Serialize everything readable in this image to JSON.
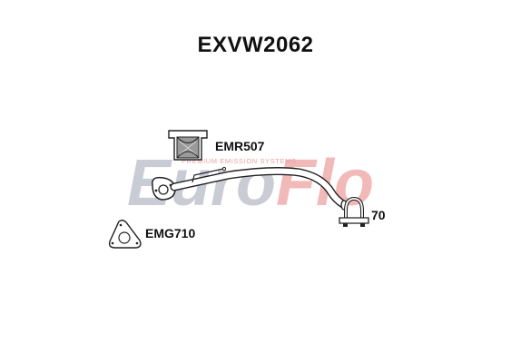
{
  "part_number": "EXVW2062",
  "watermark": {
    "brand_part1": "Euro",
    "brand_part2": "Flo",
    "tagline": "PREMIUM EMISSION SYSTEMS",
    "colors": {
      "dark": "#c9ccd4",
      "red": "#f2b9b9",
      "tagline": "#e9a3a3"
    }
  },
  "components": [
    {
      "id": "mount",
      "icon": "rubber-mount-icon",
      "label": "EMR507"
    },
    {
      "id": "pipe",
      "icon": "exhaust-pipe-icon",
      "label": ""
    },
    {
      "id": "gasket",
      "icon": "gasket-icon",
      "label": "EMG710"
    },
    {
      "id": "clamp",
      "icon": "u-clamp-icon",
      "label": "70"
    }
  ],
  "colors": {
    "outline": "#222222",
    "part_fill": "#ffffff",
    "mount_fill": "#9a9a9a"
  }
}
